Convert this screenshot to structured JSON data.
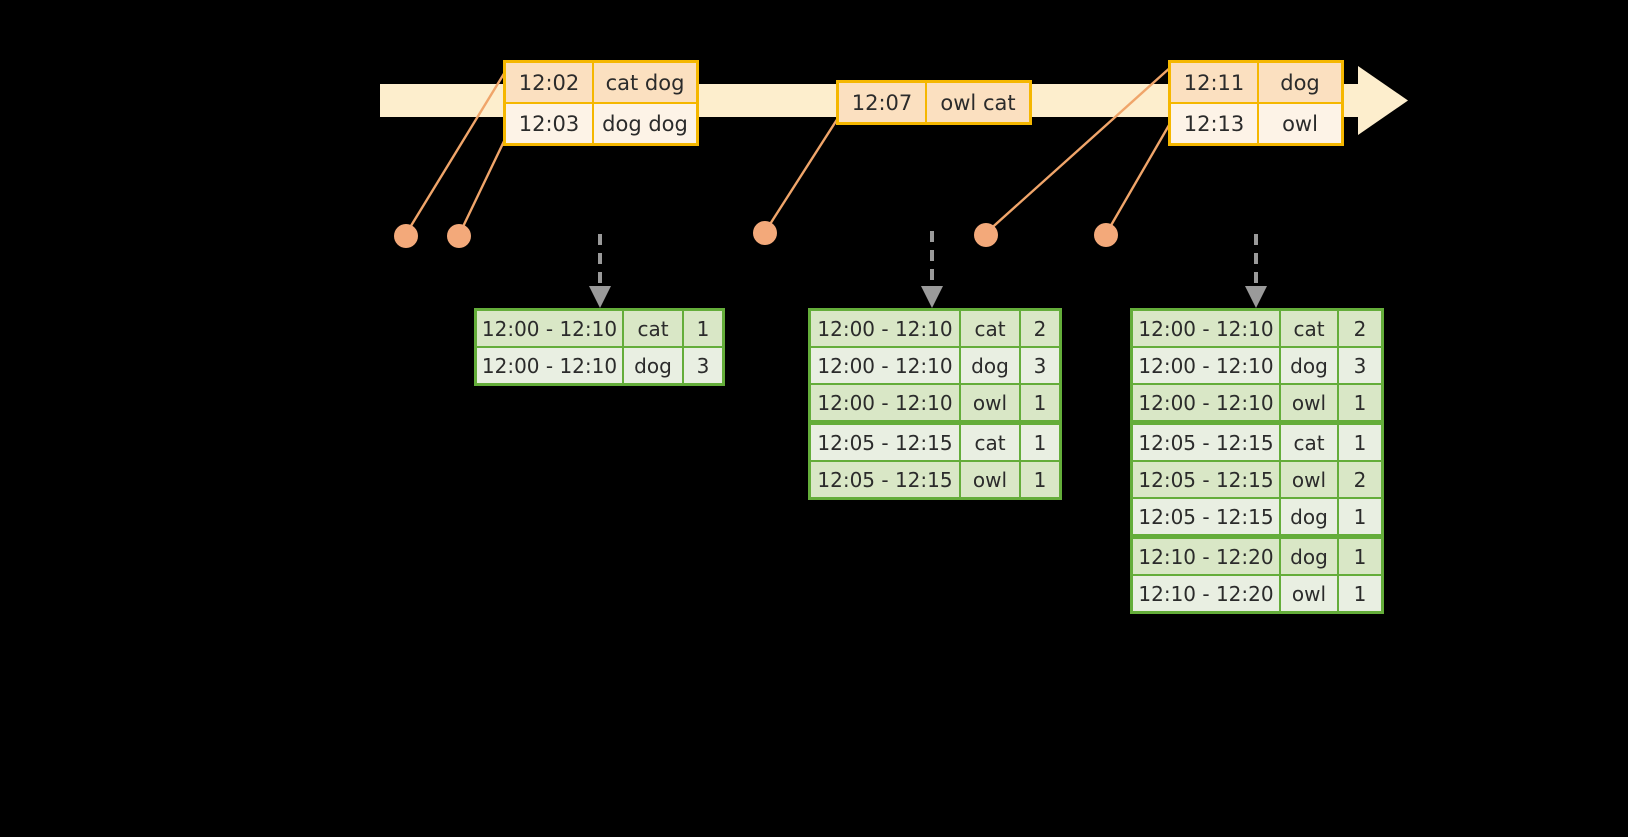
{
  "colors": {
    "background": "#000000",
    "timeline_bar": "#fdeecd",
    "timeline_border": "#f5b700",
    "event_fill_dark": "#fbe0c0",
    "event_fill_light": "#fdf3e7",
    "connector_line": "#f0a56a",
    "connector_dot": "#f3a97a",
    "table_border": "#64ad3a",
    "table_fill_dark": "#d9e7c6",
    "table_fill_light": "#e9efe2",
    "arrow_gray": "#9a9a9a",
    "text": "#2b2b2b"
  },
  "timeline": {
    "name": "event-time-axis",
    "event_groups": [
      {
        "name": "event-group-1",
        "rows": [
          {
            "time": "12:02",
            "words": "cat dog"
          },
          {
            "time": "12:03",
            "words": "dog dog"
          }
        ]
      },
      {
        "name": "event-group-2",
        "rows": [
          {
            "time": "12:07",
            "words": "owl cat"
          }
        ]
      },
      {
        "name": "event-group-3",
        "rows": [
          {
            "time": "12:11",
            "words": "dog"
          },
          {
            "time": "12:13",
            "words": "owl"
          }
        ]
      }
    ]
  },
  "result_tables": [
    {
      "name": "result-table-1",
      "rows": [
        {
          "window": "12:00 - 12:10",
          "word": "cat",
          "count": "1",
          "band": "a"
        },
        {
          "window": "12:00 - 12:10",
          "word": "dog",
          "count": "3",
          "band": "b"
        }
      ]
    },
    {
      "name": "result-table-2",
      "rows": [
        {
          "window": "12:00 - 12:10",
          "word": "cat",
          "count": "2",
          "band": "a"
        },
        {
          "window": "12:00 - 12:10",
          "word": "dog",
          "count": "3",
          "band": "b"
        },
        {
          "window": "12:00 - 12:10",
          "word": "owl",
          "count": "1",
          "band": "a"
        },
        {
          "window": "12:05 - 12:15",
          "word": "cat",
          "count": "1",
          "band": "b",
          "gap": true
        },
        {
          "window": "12:05 - 12:15",
          "word": "owl",
          "count": "1",
          "band": "a"
        }
      ]
    },
    {
      "name": "result-table-3",
      "rows": [
        {
          "window": "12:00 - 12:10",
          "word": "cat",
          "count": "2",
          "band": "a"
        },
        {
          "window": "12:00 - 12:10",
          "word": "dog",
          "count": "3",
          "band": "b"
        },
        {
          "window": "12:00 - 12:10",
          "word": "owl",
          "count": "1",
          "band": "a"
        },
        {
          "window": "12:05 - 12:15",
          "word": "cat",
          "count": "1",
          "band": "b",
          "gap": true
        },
        {
          "window": "12:05 - 12:15",
          "word": "owl",
          "count": "2",
          "band": "a"
        },
        {
          "window": "12:05 - 12:15",
          "word": "dog",
          "count": "1",
          "band": "b"
        },
        {
          "window": "12:10 - 12:20",
          "word": "dog",
          "count": "1",
          "band": "a",
          "gap": true
        },
        {
          "window": "12:10 - 12:20",
          "word": "owl",
          "count": "1",
          "band": "b"
        }
      ]
    }
  ]
}
